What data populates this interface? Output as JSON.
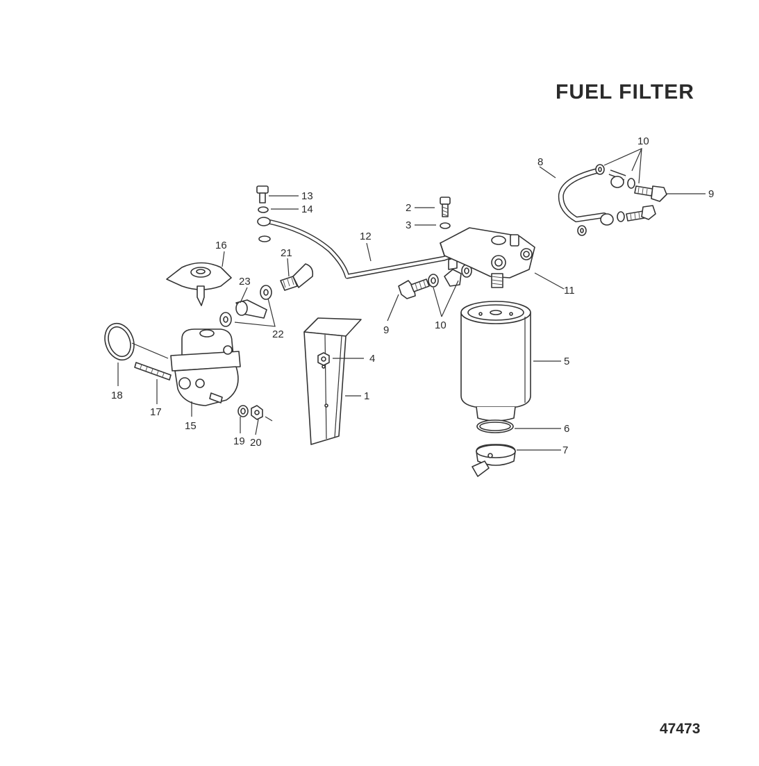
{
  "title": "FUEL FILTER",
  "document_number": "47473",
  "callouts": [
    {
      "id": "c1",
      "label": "1"
    },
    {
      "id": "c2",
      "label": "2"
    },
    {
      "id": "c3",
      "label": "3"
    },
    {
      "id": "c4",
      "label": "4"
    },
    {
      "id": "c5",
      "label": "5"
    },
    {
      "id": "c6",
      "label": "6"
    },
    {
      "id": "c7",
      "label": "7"
    },
    {
      "id": "c8",
      "label": "8"
    },
    {
      "id": "c9a",
      "label": "9"
    },
    {
      "id": "c9b",
      "label": "9"
    },
    {
      "id": "c10a",
      "label": "10"
    },
    {
      "id": "c10b",
      "label": "10"
    },
    {
      "id": "c11",
      "label": "11"
    },
    {
      "id": "c12",
      "label": "12"
    },
    {
      "id": "c13",
      "label": "13"
    },
    {
      "id": "c14",
      "label": "14"
    },
    {
      "id": "c15",
      "label": "15"
    },
    {
      "id": "c16",
      "label": "16"
    },
    {
      "id": "c17",
      "label": "17"
    },
    {
      "id": "c18",
      "label": "18"
    },
    {
      "id": "c19",
      "label": "19"
    },
    {
      "id": "c20",
      "label": "20"
    },
    {
      "id": "c21",
      "label": "21"
    },
    {
      "id": "c22",
      "label": "22"
    },
    {
      "id": "c23",
      "label": "23"
    }
  ]
}
